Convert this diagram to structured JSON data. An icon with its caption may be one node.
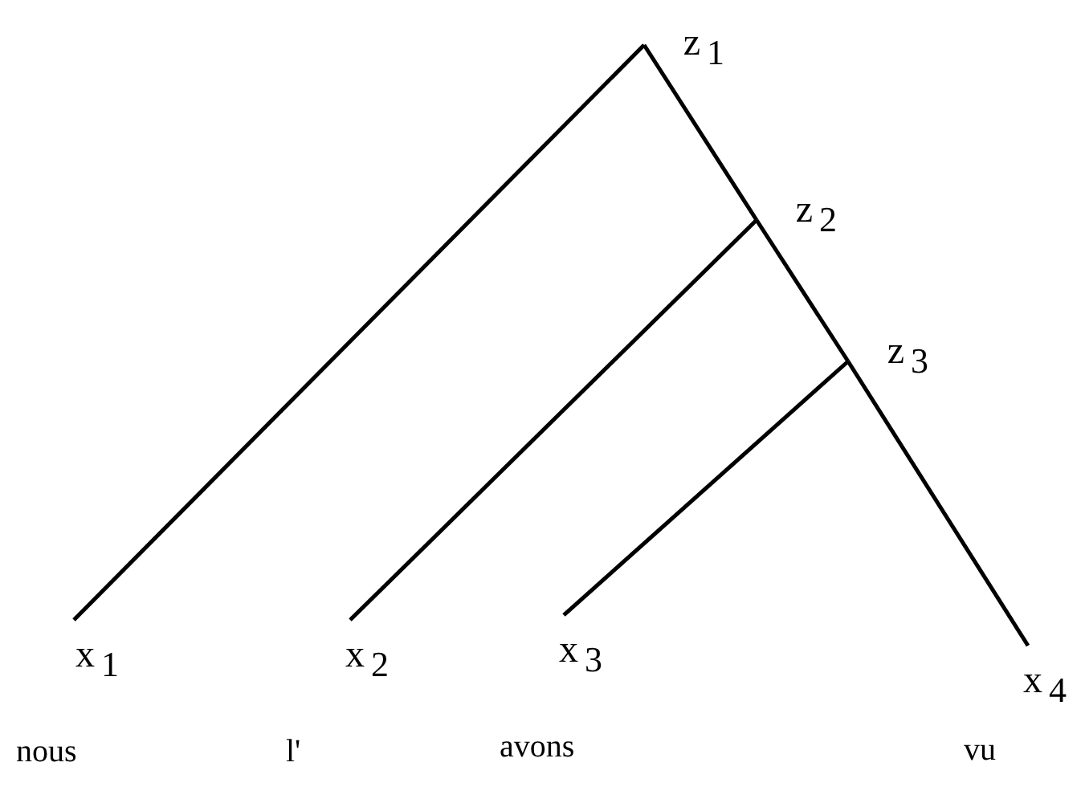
{
  "diagram": {
    "nodes": [
      {
        "text": [
          "z$_{1}$"
        ]
      },
      {
        "text": [
          "z$_{2}$"
        ]
      },
      {
        "text": [
          "z$_{3}$"
        ]
      },
      {
        "text": [
          "x$_{1}$"
        ],
        "beside": [
          "nous"
        ]
      },
      {
        "text": [
          "x$_{2}$"
        ],
        "beside": [
          "l'"
        ]
      },
      {
        "text": [
          "x$_{3}$"
        ],
        "beside": [
          "avons"
        ]
      },
      {
        "text": [
          "x$_{4}$"
        ],
        "beside": [
          "vu"
        ]
      }
    ],
    "edges": [
      {
        "from": 0,
        "to": 3,
        "arrow": "none"
      },
      {
        "from": 0,
        "to": 1,
        "arrow": "none"
      },
      {
        "from": 1,
        "to": 4,
        "arrow": "none"
      },
      {
        "from": 1,
        "to": 2,
        "arrow": "none"
      },
      {
        "from": 2,
        "to": 5,
        "arrow": "none"
      },
      {
        "from": 2,
        "to": 6,
        "arrow": "none"
      }
    ]
  }
}
